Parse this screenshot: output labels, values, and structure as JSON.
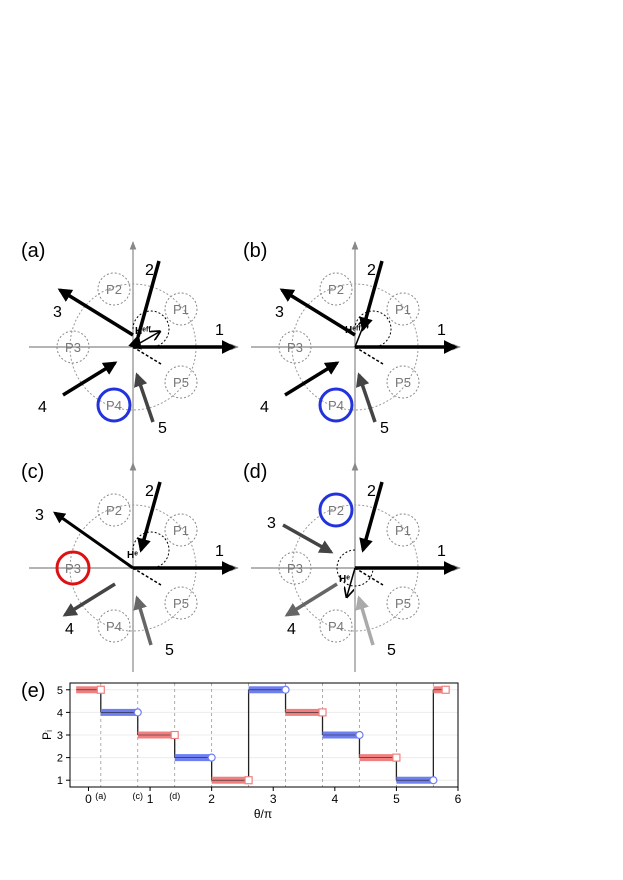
{
  "panels": [
    {
      "id": "a",
      "label": "(a)",
      "h_label": "Hᵉᶠᶠ",
      "highlight": "P4",
      "highlight_color": "#2233dd"
    },
    {
      "id": "b",
      "label": "(b)",
      "h_label": "Hᵉᶠᶠ",
      "highlight": "P4",
      "highlight_color": "#2233dd"
    },
    {
      "id": "c",
      "label": "(c)",
      "h_label": "Hᵉ",
      "highlight": "P3",
      "highlight_color": "#dd1111"
    },
    {
      "id": "d",
      "label": "(d)",
      "h_label": "Hᵉ",
      "highlight": "P2",
      "highlight_color": "#2233dd"
    }
  ],
  "positions": [
    "P1",
    "P2",
    "P3",
    "P4",
    "P5"
  ],
  "arrow_labels": [
    "1",
    "2",
    "3",
    "4",
    "5"
  ],
  "chart_data": {
    "type": "line",
    "panel_label": "(e)",
    "xlabel": "θ/π",
    "ylabel": "Pᵢ",
    "xlim": [
      -0.3,
      6
    ],
    "ylim": [
      0.7,
      5.3
    ],
    "xticks": [
      0,
      1,
      2,
      3,
      4,
      5,
      6
    ],
    "yticks": [
      1,
      2,
      3,
      4,
      5
    ],
    "markers": [
      {
        "label": "(a)",
        "x": 0.2
      },
      {
        "label": "(c)",
        "x": 0.8
      },
      {
        "label": "(d)",
        "x": 1.4
      }
    ],
    "vlines": [
      0.2,
      0.8,
      1.4,
      2.0,
      2.6,
      3.2,
      3.8,
      4.4,
      5.0,
      5.6
    ],
    "segments": [
      {
        "x0": -0.2,
        "x1": 0.2,
        "y": 5,
        "color": "red"
      },
      {
        "x0": 0.2,
        "x1": 0.8,
        "y": 4,
        "color": "blue"
      },
      {
        "x0": 0.8,
        "x1": 1.4,
        "y": 3,
        "color": "red"
      },
      {
        "x0": 1.4,
        "x1": 2.0,
        "y": 2,
        "color": "blue"
      },
      {
        "x0": 2.0,
        "x1": 2.6,
        "y": 1,
        "color": "red"
      },
      {
        "x0": 2.6,
        "x1": 3.2,
        "y": 5,
        "color": "blue"
      },
      {
        "x0": 3.2,
        "x1": 3.8,
        "y": 4,
        "color": "red"
      },
      {
        "x0": 3.8,
        "x1": 4.4,
        "y": 3,
        "color": "blue"
      },
      {
        "x0": 4.4,
        "x1": 5.0,
        "y": 2,
        "color": "red"
      },
      {
        "x0": 5.0,
        "x1": 5.6,
        "y": 1,
        "color": "blue"
      },
      {
        "x0": 5.6,
        "x1": 5.8,
        "y": 5,
        "color": "red"
      }
    ],
    "colors": {
      "red": "#f08080",
      "blue": "#6f7ff0"
    }
  }
}
